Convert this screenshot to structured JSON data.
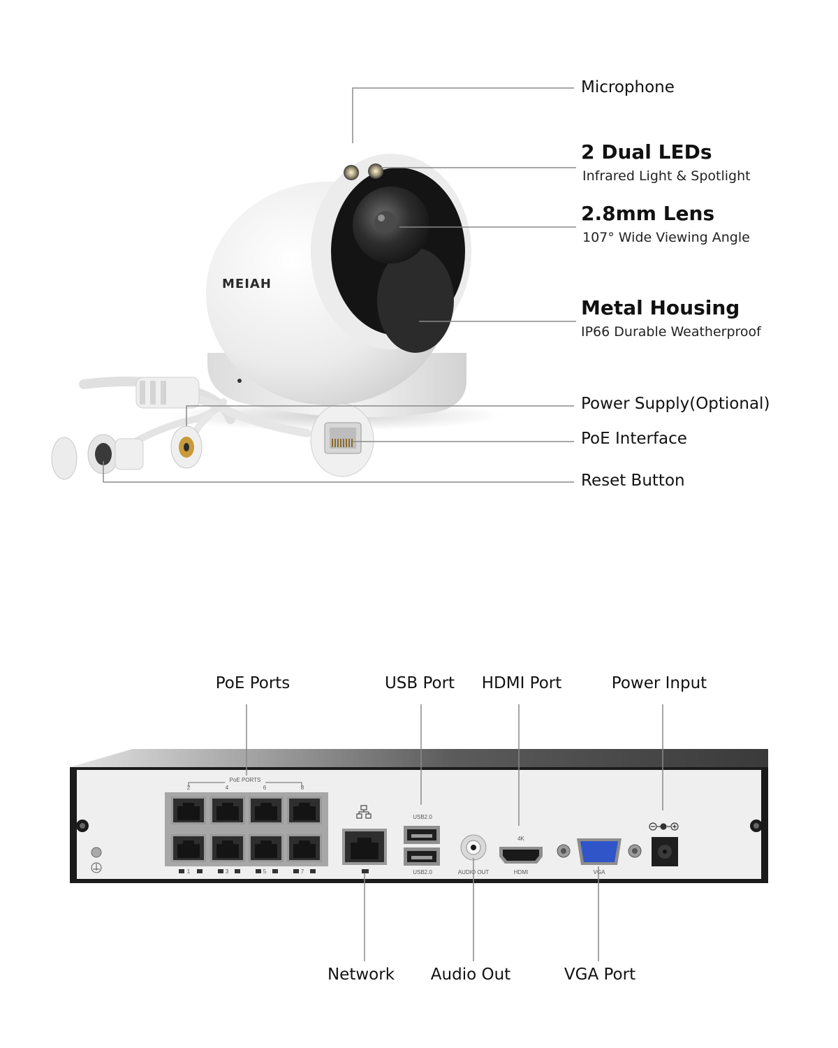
{
  "camera": {
    "brand_logo": "MEIAH",
    "labels": {
      "microphone": "Microphone",
      "leds_title": "2 Dual LEDs",
      "leds_sub": "Infrared Light & Spotlight",
      "lens_title": "2.8mm Lens",
      "lens_sub": "107° Wide Viewing Angle",
      "housing_title": "Metal Housing",
      "housing_sub": "IP66 Durable Weatherproof",
      "power_supply": "Power Supply(Optional)",
      "poe_interface": "PoE Interface",
      "reset_button": "Reset Button"
    }
  },
  "nvr": {
    "labels": {
      "poe_ports": "PoE Ports",
      "usb_port": "USB Port",
      "hdmi_port": "HDMI Port",
      "power_input": "Power Input",
      "network": "Network",
      "audio_out": "Audio Out",
      "vga_port": "VGA Port"
    },
    "panel_text": {
      "poe_ports": "PoE PORTS",
      "port_top_numbers": [
        "2",
        "4",
        "6",
        "8"
      ],
      "port_bottom_numbers": [
        "1",
        "3",
        "5",
        "7"
      ],
      "usb_top": "USB2.0",
      "usb_bottom": "USB2.0",
      "audio_out": "AUDIO OUT",
      "hdmi_top": "4K",
      "hdmi": "HDMI",
      "vga": "VGA"
    }
  },
  "colors": {
    "leader_line": "#8a8a8a",
    "chassis": "#1b1b1b",
    "panel": "#efefef",
    "vga_blue": "#2f55c9"
  }
}
